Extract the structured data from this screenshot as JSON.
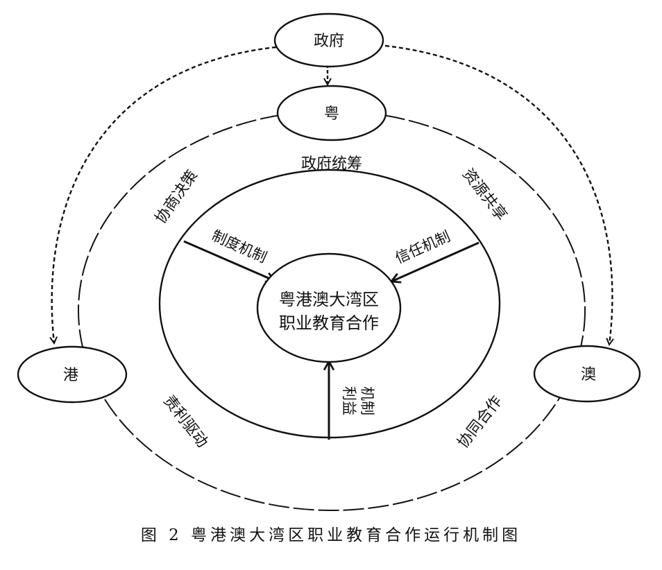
{
  "nodes": {
    "government": "政府",
    "guangdong": "粤",
    "hongkong": "港",
    "macao": "澳"
  },
  "core": {
    "line1": "粤港澳大湾区",
    "line2": "职业教育合作"
  },
  "ring_labels": {
    "top": "政府统筹",
    "upper_left": "协商决策",
    "upper_right": "资源共享",
    "lower_left": "责利驱动",
    "lower_right": "协同合作"
  },
  "mechanisms": {
    "institution": "制度机制",
    "trust": "信任机制",
    "benefit_line1": "利益",
    "benefit_line2": "机制"
  },
  "caption": "图 2  粤港澳大湾区职业教育合作运行机制图"
}
